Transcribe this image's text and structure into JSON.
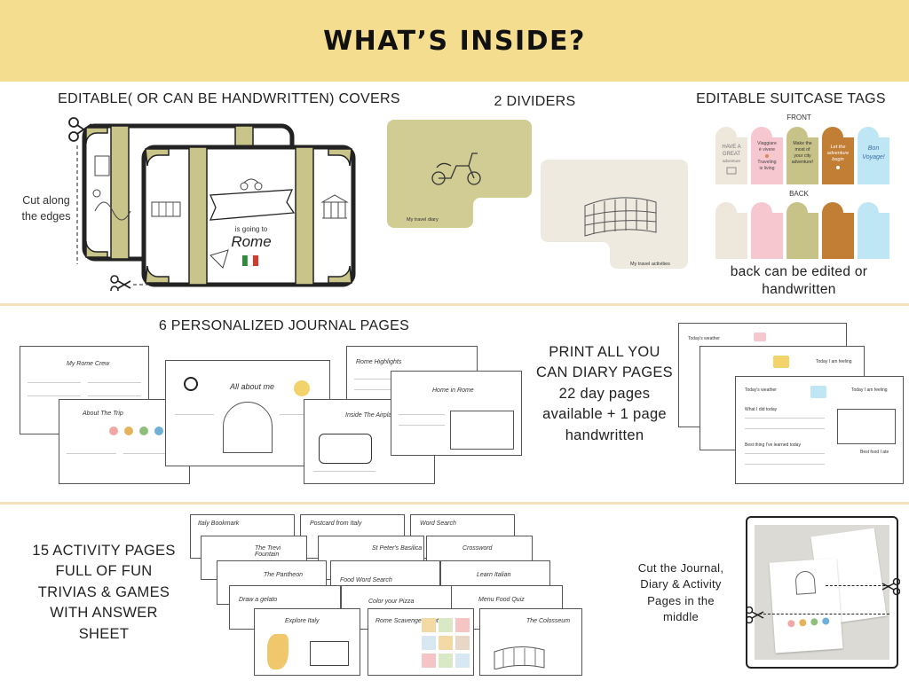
{
  "header": {
    "title": "WHAT’S INSIDE?"
  },
  "covers": {
    "title": "EDITABLE( OR CAN BE HANDWRITTEN) COVERS",
    "cut_note": [
      "Cut along",
      "the edges"
    ],
    "cover_text": {
      "small": "is going to",
      "city": "Rome"
    }
  },
  "dividers": {
    "title": "2 DIVIDERS",
    "items": [
      {
        "caption": "My travel diary",
        "color": "#d0cc93",
        "icon": "scooter-icon"
      },
      {
        "caption": "My travel activities",
        "color": "#eeeae0",
        "icon": "colosseum-icon"
      }
    ]
  },
  "tags": {
    "title": "EDITABLE SUITCASE TAGS",
    "front_label": "FRONT",
    "back_label": "BACK",
    "front": [
      {
        "text": [
          "HAVE A",
          "GREAT",
          "adventure"
        ],
        "color": "#ede7dc"
      },
      {
        "text": [
          "Viaggiare",
          "è vivere",
          "Traveling",
          "is living"
        ],
        "color": "#f6c7cf"
      },
      {
        "text": [
          "Make the",
          "most of",
          "your city",
          "adventure!"
        ],
        "color": "#c7c287"
      },
      {
        "text": [
          "Let the",
          "adventure",
          "begin"
        ],
        "color": "#c27e35"
      },
      {
        "text": [
          "Bon",
          "Voyage!"
        ],
        "color": "#bfe6f5"
      }
    ],
    "back_colors": [
      "#ede7dc",
      "#f6c7cf",
      "#c7c287",
      "#c27e35",
      "#bfe6f5"
    ],
    "note": [
      "back can be edited or",
      "handwritten"
    ]
  },
  "journal": {
    "title": "6 PERSONALIZED JOURNAL PAGES",
    "pages": [
      "My Rome Crew",
      "About The Trip",
      "All about me",
      "Rome Highlights",
      "Inside The Airplane",
      "Home in Rome"
    ]
  },
  "diary": {
    "text": [
      "PRINT ALL YOU",
      "CAN DIARY PAGES",
      "22 day pages",
      "available + 1 page",
      "handwritten"
    ],
    "fields": [
      "Today's weather",
      "Today I am feeling",
      "What I did today",
      "Best thing I've learned today",
      "Best food I ate"
    ]
  },
  "activities": {
    "text": [
      "15 ACTIVITY PAGES",
      "FULL OF FUN",
      "TRIVIAS & GAMES",
      "WITH ANSWER",
      "SHEET"
    ],
    "pages": [
      "Italy Bookmark",
      "Postcard from Italy",
      "Word Search",
      "The Trevi Fountain",
      "St Peter's Basilica",
      "Crossword",
      "The Pantheon",
      "Food Word Search",
      "Learn Italian",
      "Menu Food Quiz",
      "Color your Pizza",
      "Explore Italy",
      "Rome Scavenger Hunt",
      "The Colosseum",
      "Draw a gelato"
    ]
  },
  "cut_journal": {
    "text": [
      "Cut the Journal,",
      "Diary & Activity",
      "Pages in the",
      "middle"
    ]
  }
}
